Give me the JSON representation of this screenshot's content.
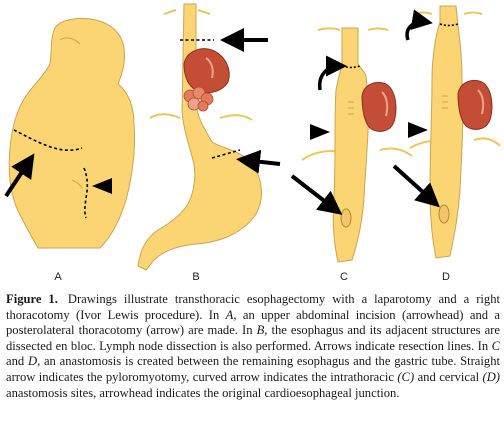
{
  "figure": {
    "panel_labels": [
      "A",
      "B",
      "C",
      "D"
    ],
    "colors": {
      "body_fill": "#fbd573",
      "body_stroke": "#caa552",
      "muscle_fill": "#c44e35",
      "muscle_highlight": "#f2a189",
      "arrow": "#000000",
      "dashed_line": "#000000"
    }
  },
  "caption": {
    "label": "Figure 1.",
    "s1": "Drawings illustrate transthoracic esophagectomy with a laparotomy and a right thoracotomy (Ivor Lewis procedure). In ",
    "s1_A": "A",
    "s2": ", an upper abdominal incision (arrowhead) and a posterolateral thoracotomy (arrow) are made. In ",
    "s2_B": "B",
    "s3": ", the esophagus and its adjacent structures are dissected en bloc. Lymph node dissection is also performed. Arrows indicate resection lines. In ",
    "s3_C": "C",
    "s4": " and ",
    "s4_D": "D",
    "s5": ", an anastomosis is created between the remaining esophagus and the gastric tube. Straight arrow indicates the pyloromyotomy, curved arrow indicates the intrathoracic ",
    "s5_C": "(C)",
    "s6": " and cervical ",
    "s6_D": "(D)",
    "s7": " anastomosis sites, arrowhead indicates the original cardioesophageal junction."
  }
}
